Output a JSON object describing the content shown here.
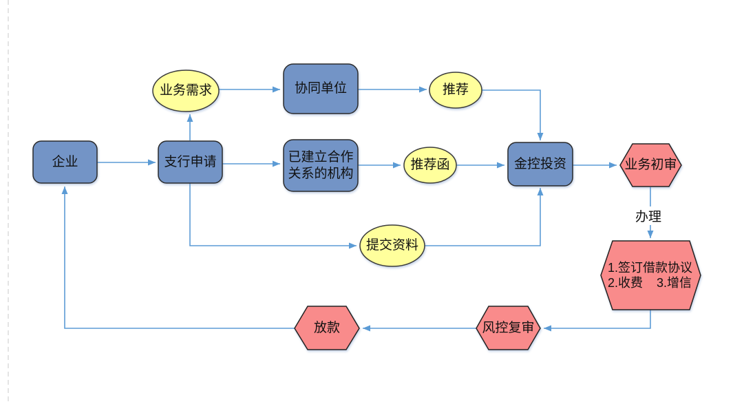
{
  "diagram": {
    "nodes": {
      "enterprise": {
        "label": "企业"
      },
      "branch_application": {
        "label": "支行申请"
      },
      "business_demand": {
        "label": "业务需求"
      },
      "cooperating_unit": {
        "label": "协同单位"
      },
      "recommendation": {
        "label": "推荐"
      },
      "established_partner": {
        "line1": "已建立合作",
        "line2": "关系的机构"
      },
      "recommendation_letter": {
        "label": "推荐函"
      },
      "jinkong_investment": {
        "label": "金控投资"
      },
      "business_initial_review": {
        "label": "业务初审"
      },
      "sign_agreement": {
        "line1": "1.签订借款协议",
        "line2": "2.收费    3.增信"
      },
      "submit_materials": {
        "label": "提交资料"
      },
      "risk_control_review": {
        "label": "风控复审"
      },
      "loan_disbursement": {
        "label": "放款"
      }
    },
    "edge_labels": {
      "handle": "办理"
    },
    "colors": {
      "process_fill": "#7394C6",
      "data_fill": "#FFFF9C",
      "review_fill": "#F98B8B",
      "connector": "#5B9BD5",
      "shape_border": "#2B2B2B",
      "guide_line": "#D9D9D9"
    }
  }
}
